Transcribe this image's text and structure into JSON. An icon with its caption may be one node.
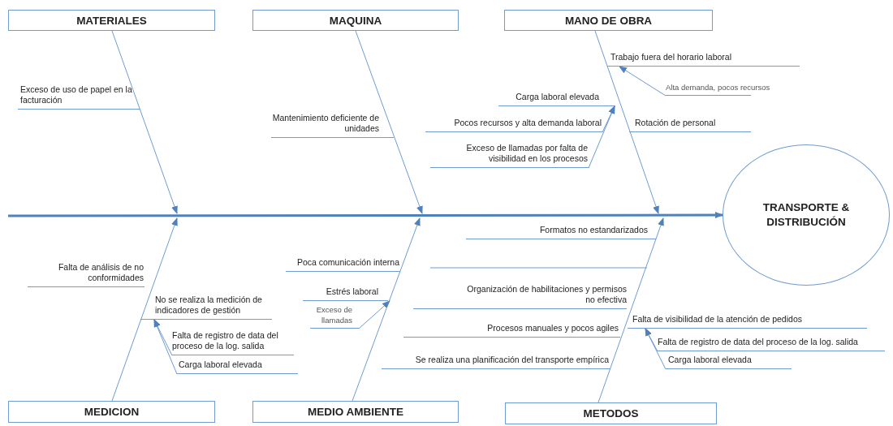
{
  "diagram": {
    "nodes": [
      {
        "text": [
          "MATERIALES"
        ]
      },
      {
        "text": [
          "MAQUINA"
        ]
      },
      {
        "text": [
          "MANO DE OBRA"
        ]
      },
      {
        "text": [
          "Trabajo fuera del horario laboral"
        ]
      },
      {
        "text": [
          "Alta demanda, pocos recursos"
        ]
      },
      {
        "text": [
          "Carga laboral elevada"
        ]
      },
      {
        "text": [
          "Pocos recursos y alta demanda laboral"
        ]
      },
      {
        "text": [
          "Exceso de llamadas por falta de visibilidad en los procesos"
        ]
      },
      {
        "text": [
          "TRANSPORTE & DISTRIBUCIÓN"
        ]
      },
      {
        "text": [
          "No se realiza la medición de indicadores de gestión"
        ]
      },
      {
        "text": [
          "Falta de  registro  de data del proceso de la log. salida"
        ]
      },
      {
        "text": [
          "Carga laboral elevada"
        ]
      },
      {
        "text": [
          "Estrés laboral"
        ]
      },
      {
        "text": [
          "Exceso de llamadas"
        ]
      },
      {
        "text": [
          "Falta de visibilidad de la atención de pedidos"
        ]
      },
      {
        "text": [
          "Falta de registro  de data del proceso de la log. salida"
        ]
      },
      {
        "text": [
          "Carga laboral elevada"
        ]
      },
      {
        "text": [
          "MEDICION"
        ]
      },
      {
        "text": [
          "MEDIO AMBIENTE"
        ]
      },
      {
        "text": [
          "METODOS"
        ]
      }
    ],
    "edges": [
      {
        "from": 0,
        "to": null,
        "arrow": "to"
      },
      {
        "from": 1,
        "to": null,
        "arrow": "to"
      },
      {
        "from": 2,
        "to": null,
        "arrow": "to"
      },
      {
        "from": 17,
        "to": null,
        "arrow": "to"
      },
      {
        "from": 18,
        "to": null,
        "arrow": "to"
      },
      {
        "from": 19,
        "to": null,
        "arrow": "to"
      },
      {
        "from": null,
        "to": 8,
        "arrow": "to",
        "style": "thick"
      },
      {
        "from": 4,
        "to": 3,
        "arrow": "to"
      },
      {
        "from": 6,
        "to": 5,
        "arrow": "to"
      },
      {
        "from": 7,
        "to": 5,
        "arrow": "to"
      },
      {
        "from": 10,
        "to": 9,
        "arrow": "to"
      },
      {
        "from": 11,
        "to": 9,
        "arrow": "to"
      },
      {
        "from": 13,
        "to": 12,
        "arrow": "to"
      },
      {
        "from": 15,
        "to": 14,
        "arrow": "to"
      },
      {
        "from": 16,
        "to": 14,
        "arrow": "to"
      }
    ],
    "labels": [
      "Exceso de uso de papel en la facturación",
      "Mantenimiento deficiente de unidades",
      "Rotación de personal",
      "Falta de análisis de no conformidades",
      "Poca comunicación interna",
      "Formatos no estandarizados",
      "Organización de habilitaciones y permisos no efectiva",
      "Procesos manuales y pocos agiles",
      "Se realiza una planificación del transporte empírica"
    ]
  }
}
